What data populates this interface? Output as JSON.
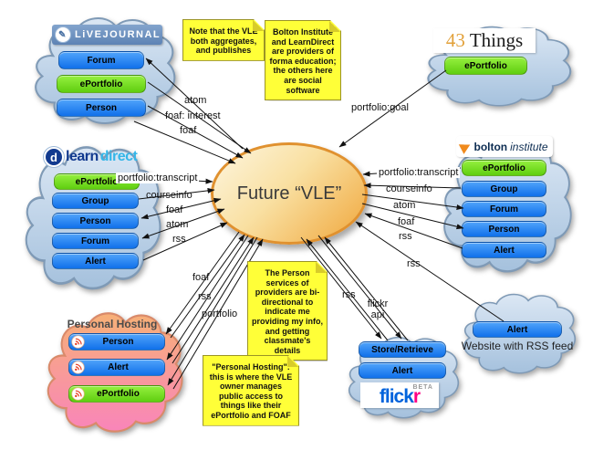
{
  "center": {
    "label": "Future “VLE”"
  },
  "notes": {
    "aggregates": "Note that the VLE both aggregates, and publishes",
    "providers": "Bolton Institute and LearnDirect are providers of forma education; the others here are social software",
    "person_services": "The Person services of providers are bi-directional to indicate me providing my info, and getting classmate's details",
    "personal_hosting": "\"Personal Hosting\": this is where the VLE owner manages public access to things like their ePortfolio and FOAF"
  },
  "clouds": {
    "livejournal": {
      "logo": "LiVEJOURNAL",
      "buttons": [
        "Forum",
        "ePortfolio",
        "Person"
      ]
    },
    "fortythree_things": {
      "logo_43": "43",
      "logo_things": "Things",
      "buttons": [
        "ePortfolio"
      ]
    },
    "learndirect": {
      "logo_d": "d",
      "logo_learn": "learn",
      "logo_direct": "direct",
      "buttons": [
        "ePortfolio",
        "Group",
        "Person",
        "Forum",
        "Alert"
      ]
    },
    "bolton_institute": {
      "logo_bolton": "bolton",
      "logo_institute": "institute",
      "buttons": [
        "ePortfolio",
        "Group",
        "Forum",
        "Person",
        "Alert"
      ]
    },
    "personal_hosting": {
      "title": "Personal Hosting",
      "buttons": [
        "Person",
        "Alert",
        "ePortfolio"
      ]
    },
    "flickr": {
      "logo_flick": "flick",
      "logo_r": "r",
      "logo_beta": "BETA",
      "buttons": [
        "Store/Retrieve",
        "Alert"
      ]
    },
    "website": {
      "buttons": [
        "Alert"
      ],
      "caption": "Website with RSS feed"
    }
  },
  "edge_labels": {
    "lj_atom": "atom",
    "lj_foaf_interest": "foaf: interest",
    "lj_foaf": "foaf",
    "portfolio_goal": "portfolio:goal",
    "ld_portfolio_transcript": "portfolio:transcript",
    "ld_courseinfo": "courseinfo",
    "ld_foaf": "foaf",
    "ld_atom": "atom",
    "ld_rss": "rss",
    "bi_portfolio_transcript": "portfolio:transcript",
    "bi_courseinfo": "courseinfo",
    "bi_atom": "atom",
    "bi_foaf": "foaf",
    "bi_rss": "rss",
    "web_rss": "rss",
    "ph_foaf": "foaf",
    "ph_rss": "rss",
    "ph_portfolio": "portfolio",
    "fl_rss": "rss",
    "fl_api": "flickr api"
  },
  "colors": {
    "blue_button": "#1b7ef2",
    "green_button": "#6fdd21",
    "cloud_blue_light": "#dbe7f4",
    "cloud_blue_dark": "#a5c1dd",
    "cloud_pink_top": "#f7b077",
    "cloud_pink_bottom": "#f985ba",
    "note_yellow": "#ffff38",
    "ellipse_orange": "#f0a73c",
    "flickr_blue": "#0063dc",
    "flickr_pink": "#ff0084",
    "livejournal_banner": "#6b8fbf",
    "learndirect_navy": "#123a8f",
    "learndirect_cyan": "#35b6e8",
    "bolton_orange": "#f08a1d",
    "fortythree_orange": "#e2a13a",
    "feed_icon_red": "#e8391d"
  }
}
